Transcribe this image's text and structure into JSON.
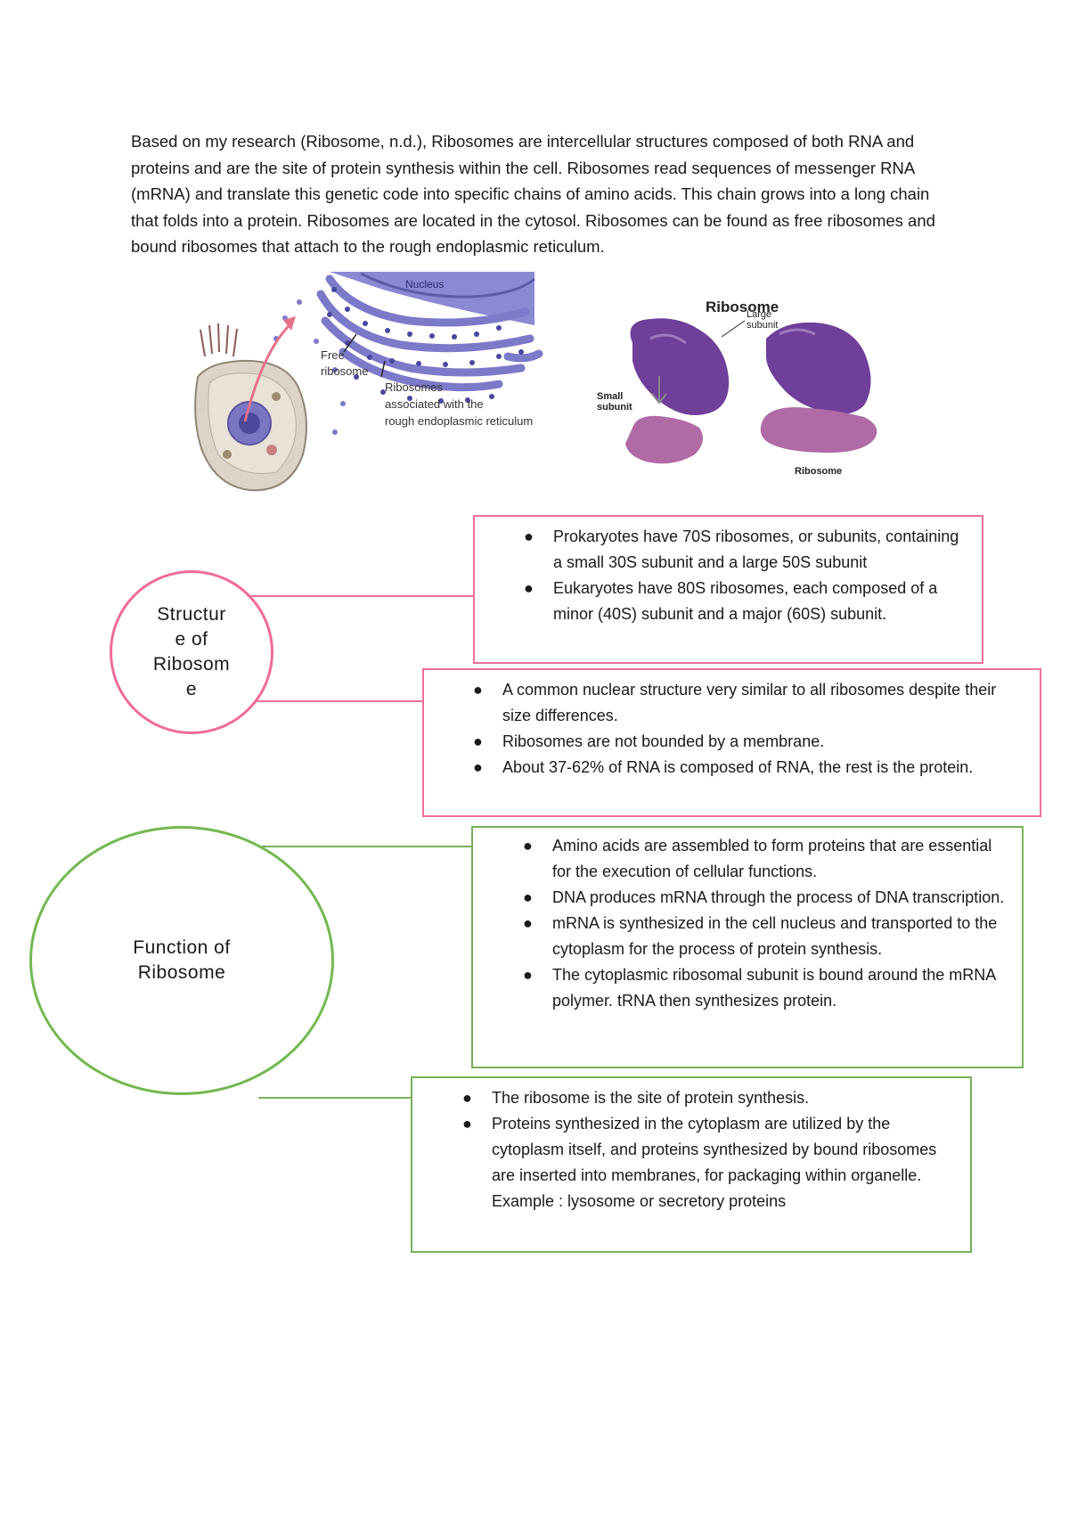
{
  "intro": "Based on my research (Ribosome, n.d.), Ribosomes are intercellular structures composed of both RNA and proteins and are the site of protein synthesis within the cell. Ribosomes read sequences of messenger RNA (mRNA) and translate this genetic code into specific chains of amino acids. This chain grows into a long chain that folds into a protein. Ribosomes are located in the cytosol. Ribosomes can be found as free ribosomes and bound ribosomes that attach to the rough endoplasmic reticulum.",
  "figure_left": {
    "nucleus": "Nucleus",
    "free_1": "Free",
    "free_2": "ribosome",
    "assoc_1": "Ribosomes",
    "assoc_2": "associated with the",
    "assoc_3": "rough endoplasmic reticulum"
  },
  "figure_right": {
    "title": "Ribosome",
    "large_1": "Large",
    "large_2": "subunit",
    "small_1": "Small",
    "small_2": "subunit",
    "bottom": "Ribosome"
  },
  "structure": {
    "title_lines": [
      "Structur",
      "e of",
      "Ribosom",
      "e"
    ],
    "box1": [
      "Prokaryotes have 70S ribosomes, or subunits, containing a small 30S subunit and a large 50S subunit",
      " Eukaryotes have 80S ribosomes, each composed of a minor (40S) subunit and a major (60S) subunit."
    ],
    "box2": [
      "A common nuclear structure very similar to all ribosomes despite their size differences.",
      "Ribosomes are not bounded by a membrane.",
      "About 37-62% of RNA is composed of RNA, the rest is the protein."
    ]
  },
  "function": {
    "title_lines": [
      "Function of",
      "Ribosome"
    ],
    "box1": [
      "Amino acids are assembled to form proteins that are essential for the execution of cellular functions.",
      "DNA produces mRNA through the process of DNA transcription.",
      "mRNA is synthesized in the cell nucleus and transported to the cytoplasm for the process of protein synthesis.",
      "The cytoplasmic ribosomal subunit is bound around the mRNA polymer. tRNA then synthesizes protein."
    ],
    "box2": [
      "The ribosome is the site of protein synthesis.",
      "Proteins synthesized in the cytoplasm are utilized by the cytoplasm itself, and proteins synthesized by bound ribosomes are inserted into membranes, for packaging within organelle."
    ],
    "box2_example": "Example : lysosome or secretory proteins"
  },
  "colors": {
    "pink": "#f06b9b",
    "green": "#73b850",
    "er_purple": "#7d79c9",
    "ribosome_purple": "#6f3f9a",
    "ribosome_pink": "#b56ea6"
  }
}
